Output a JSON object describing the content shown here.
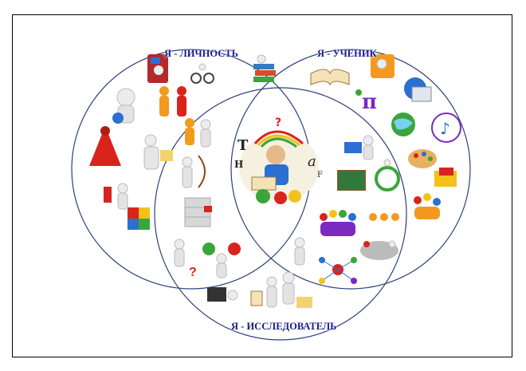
{
  "diagram": {
    "labels": {
      "personality": "Я - ЛИЧНОСТЬ",
      "student": "Я - УЧЕНИК",
      "researcher": "Я - ИССЛЕДОВАТЕЛЬ"
    },
    "center_letters": [
      "T",
      "H",
      "a",
      "F",
      "?"
    ],
    "colors": {
      "circle_stroke": "#2b3f7a",
      "label": "#1a1a8c",
      "figure": "#e8e8e8",
      "accent_red": "#d9241c",
      "accent_green": "#3aa63a",
      "accent_blue": "#2a6fd1",
      "accent_orange": "#f39a1e"
    },
    "icons": [
      "person-with-flag-icon",
      "bicycle-icon",
      "thinking-figure-icon",
      "books-icon",
      "handshake-icon",
      "scales-icon",
      "red-crowd-icon",
      "dancing-figures-icon",
      "painter-icon",
      "archer-icon",
      "bowing-figure-icon",
      "puzzle-icon",
      "wall-builder-icon",
      "check-cross-icon",
      "question-figure-icon",
      "open-book-icon",
      "abacus-icon",
      "pi-symbol-icon",
      "computer-icon",
      "globe-icon",
      "music-notes-icon",
      "palette-icon",
      "chemistry-icon",
      "stars-crowd-icon",
      "laptop-figure-icon",
      "chalkboard-icon",
      "recycling-icon",
      "people-circle-icon",
      "network-icon",
      "meeting-table-icon",
      "magnifier-figure-icon",
      "clipboard-figure-icon",
      "boy-reading-icon"
    ]
  }
}
